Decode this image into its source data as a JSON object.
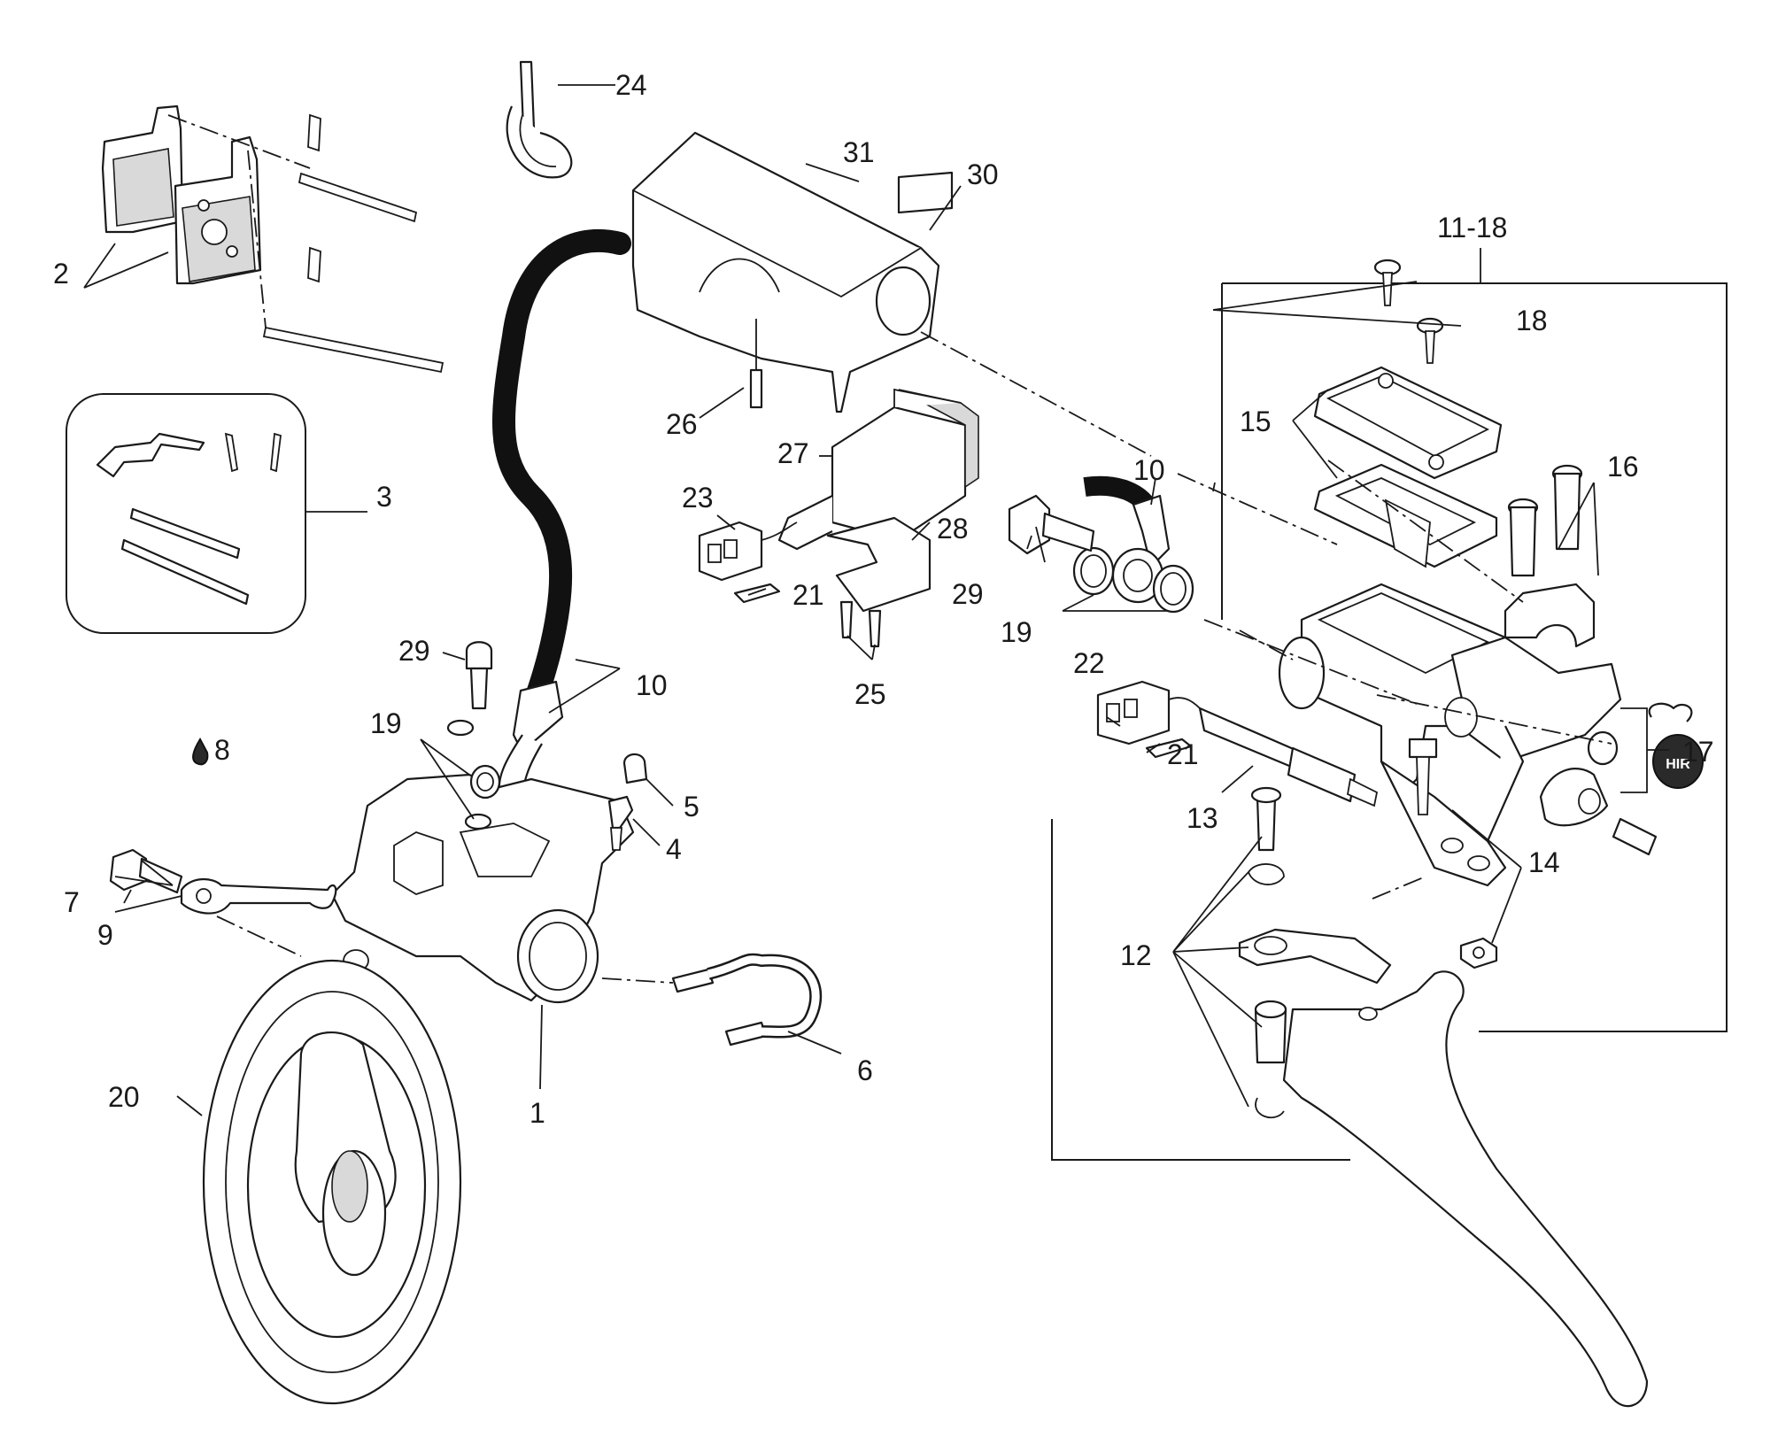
{
  "callouts": {
    "c1": "1",
    "c2": "2",
    "c3": "3",
    "c4": "4",
    "c5": "5",
    "c6": "6",
    "c7": "7",
    "c8": "8",
    "c9": "9",
    "c10a": "10",
    "c10b": "10",
    "c11_18": "11-18",
    "c12": "12",
    "c13": "13",
    "c14": "14",
    "c15": "15",
    "c16": "16",
    "c17": "17",
    "c18": "18",
    "c19a": "19",
    "c19b": "19",
    "c20": "20",
    "c21a": "21",
    "c21b": "21",
    "c22": "22",
    "c23": "23",
    "c24": "24",
    "c25": "25",
    "c26": "26",
    "c27": "27",
    "c28": "28",
    "c29a": "29",
    "c29b": "29",
    "c30": "30",
    "c31": "31"
  },
  "icons": {
    "fluid_drop": "fluid-drop-icon",
    "cap_marking": "HIR"
  }
}
